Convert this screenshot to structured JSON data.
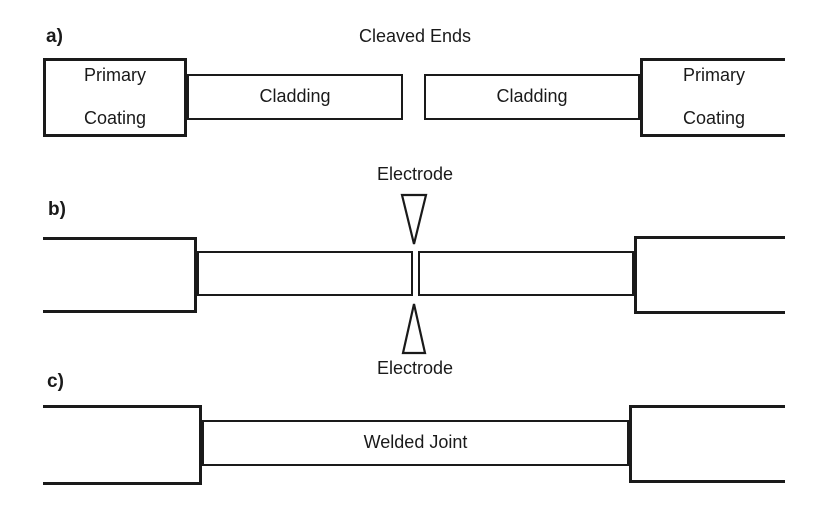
{
  "colors": {
    "line": "#1a1a1a",
    "background": "#ffffff",
    "text": "#1a1a1a"
  },
  "panels": {
    "a": {
      "label": "a)",
      "caption": "Cleaved Ends",
      "left_coating_line1": "Primary",
      "left_coating_line2": "Coating",
      "left_cladding": "Cladding",
      "right_cladding": "Cladding",
      "right_coating_line1": "Primary",
      "right_coating_line2": "Coating"
    },
    "b": {
      "label": "b)",
      "electrode_top": "Electrode",
      "electrode_bottom": "Electrode"
    },
    "c": {
      "label": "c)",
      "joint": "Welded Joint"
    }
  }
}
